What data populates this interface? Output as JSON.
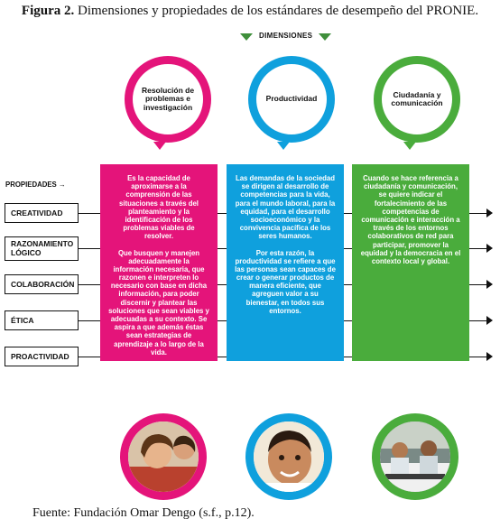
{
  "caption": {
    "label": "Figura 2.",
    "text": " Dimensiones y propiedades de los estándares de desempeño del PRONIE."
  },
  "dimensions_label": "DIMENSIONES",
  "properties_label": "PROPIEDADES",
  "dimensions": [
    {
      "title": "Resolución de problemas e investigación",
      "color": "#e4147a",
      "paragraphs": [
        "Es la capacidad de aproximarse a la comprensión de las situaciones a través del planteamiento y la identificación de los problemas viables de resolver.",
        "Que busquen y manejen adecuadamente la información necesaria, que razonen e interpreten lo necesario con base en dicha información, para poder discernir y plantear las soluciones que sean viables y adecuadas a su contexto. Se aspira a que además éstas sean estrategias de aprendizaje a lo largo de la vida."
      ]
    },
    {
      "title": "Productividad",
      "color": "#0fa0dd",
      "paragraphs": [
        "Las demandas de la sociedad se dirigen al desarrollo de competencias para la vida, para el mundo laboral, para la equidad, para el desarrollo socioeconómico y la convivencia pacífica de los seres humanos.",
        "Por esta razón, la productividad se refiere a que las personas sean capaces de crear o generar productos de manera eficiente, que agreguen valor a su bienestar, en todos sus entornos."
      ]
    },
    {
      "title": "Ciudadanía y comunicación",
      "color": "#4aac3c",
      "paragraphs": [
        "Cuando se hace referencia a ciudadanía y comunicación, se quiere indicar el fortalecimiento de las competencias de comunicación e interacción a través de los entornos colaborativos de red para participar, promover la equidad y la democracia en el contexto local y global."
      ]
    }
  ],
  "properties": [
    "CREATIVIDAD",
    "RAZONAMIENTO LÓGICO",
    "COLABORACIÓN",
    "ÉTICA",
    "PROACTIVIDAD"
  ],
  "source": "Fuente: Fundación Omar Dengo (s.f., p.12)."
}
